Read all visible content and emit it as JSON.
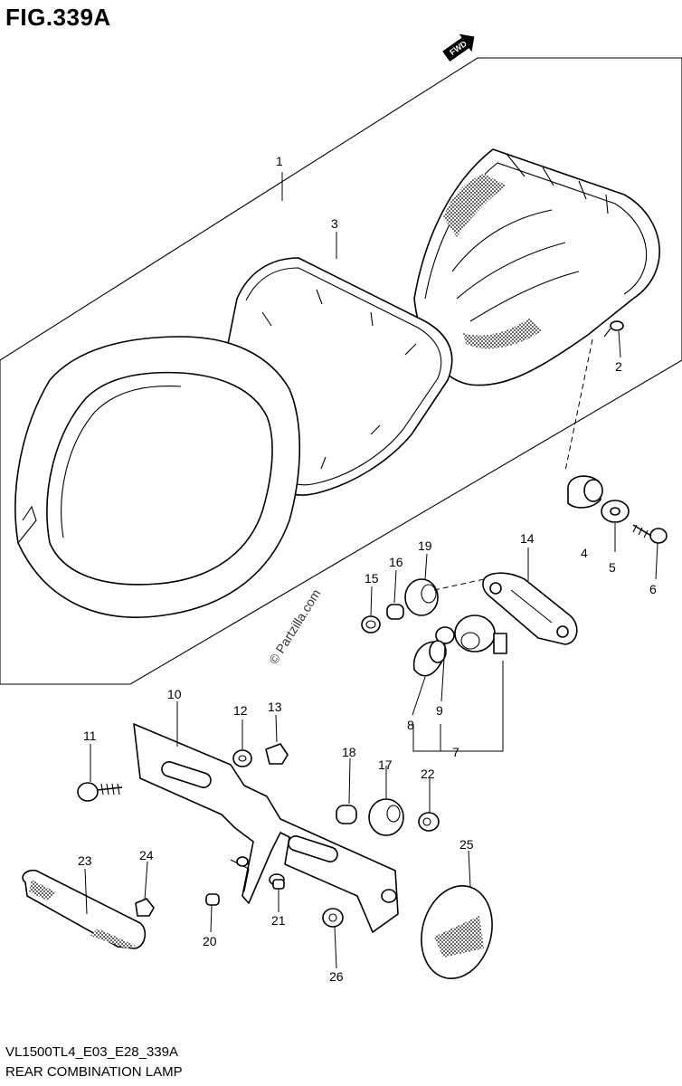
{
  "figure_title": "FIG.339A",
  "direction_label": "FWD",
  "watermark": "© Partzilla.com",
  "diagram_code": "VL1500TL4_E03_E28_339A",
  "assembly_name": "REAR COMBINATION LAMP",
  "callouts": {
    "c1": "1",
    "c2": "2",
    "c3": "3",
    "c4": "4",
    "c5": "5",
    "c6": "6",
    "c7": "7",
    "c8": "8",
    "c9": "9",
    "c10": "10",
    "c11": "11",
    "c12": "12",
    "c13": "13",
    "c14": "14",
    "c15": "15",
    "c16": "16",
    "c17": "17",
    "c18": "18",
    "c19": "19",
    "c20": "20",
    "c21": "21",
    "c22": "22",
    "c23": "23",
    "c24": "24",
    "c25": "25",
    "c26": "26"
  }
}
